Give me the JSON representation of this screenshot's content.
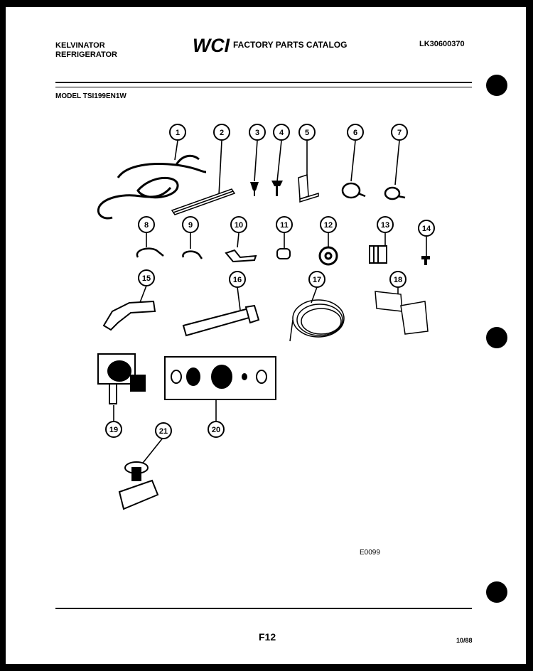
{
  "header": {
    "brand_line1": "KELVINATOR",
    "brand_line2": "REFRIGERATOR",
    "logo_text": "WCI",
    "catalog_title": "FACTORY PARTS CATALOG",
    "catalog_number": "LK30600370",
    "model": "MODEL TSI199EN1W"
  },
  "diagram": {
    "callouts": [
      "1",
      "2",
      "3",
      "4",
      "5",
      "6",
      "7",
      "8",
      "9",
      "10",
      "11",
      "12",
      "13",
      "14",
      "15",
      "16",
      "17",
      "18",
      "19",
      "20",
      "21"
    ],
    "illustration_code": "E0099"
  },
  "footer": {
    "page_number": "F12",
    "date": "10/88"
  }
}
